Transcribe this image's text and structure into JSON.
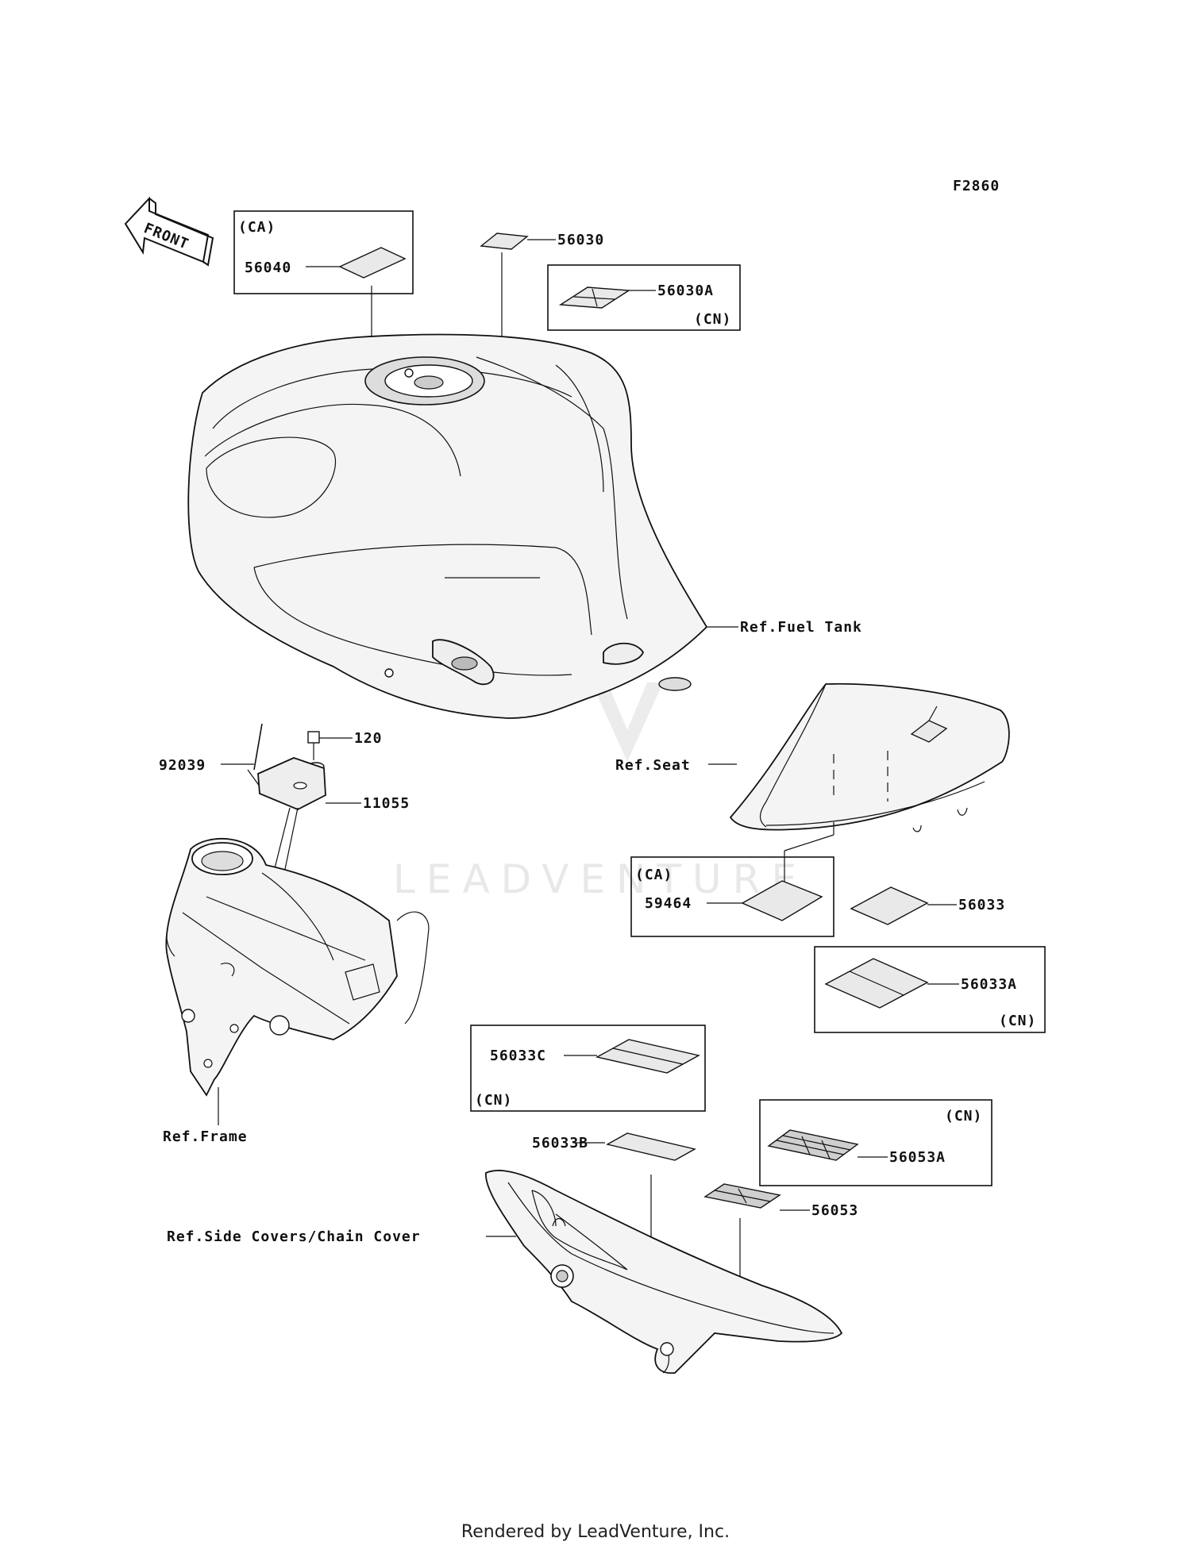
{
  "figure_code": "F2860",
  "front_arrow": {
    "label": "FRONT",
    "icon": "front-arrow-icon"
  },
  "watermark": {
    "text": "LEADVENTURE"
  },
  "callouts": {
    "p56040": "56040",
    "p56030": "56030",
    "p56030A": "56030A",
    "p92039": "92039",
    "p120": "120",
    "p11055": "11055",
    "p59464": "59464",
    "p56033": "56033",
    "p56033A": "56033A",
    "p56033C": "56033C",
    "p56033B": "56033B",
    "p56053A": "56053A",
    "p56053": "56053"
  },
  "region_tags": {
    "ca_56040": "(CA)",
    "cn_56030A": "(CN)",
    "ca_59464": "(CA)",
    "cn_56033A": "(CN)",
    "cn_56033C": "(CN)",
    "cn_56053A": "(CN)"
  },
  "references": {
    "fuel_tank": "Ref.Fuel Tank",
    "seat": "Ref.Seat",
    "frame": "Ref.Frame",
    "side_covers": "Ref.Side Covers/Chain Cover"
  },
  "footer": "Rendered by LeadVenture, Inc."
}
